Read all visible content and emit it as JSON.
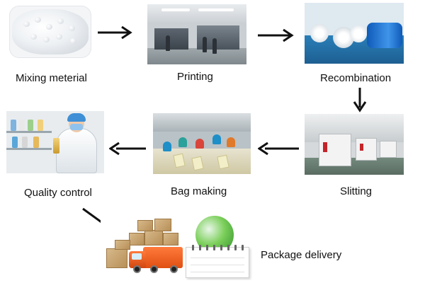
{
  "steps": [
    {
      "id": "mixing",
      "label": "Mixing meterial"
    },
    {
      "id": "printing",
      "label": "Printing"
    },
    {
      "id": "recombination",
      "label": "Recombination"
    },
    {
      "id": "slitting",
      "label": "Slitting"
    },
    {
      "id": "bag_making",
      "label": "Bag making"
    },
    {
      "id": "quality_control",
      "label": "Quality control"
    },
    {
      "id": "package_delivery",
      "label": "Package delivery"
    }
  ],
  "colors": {
    "arrow": "#111111",
    "text": "#111111",
    "background": "#ffffff"
  }
}
